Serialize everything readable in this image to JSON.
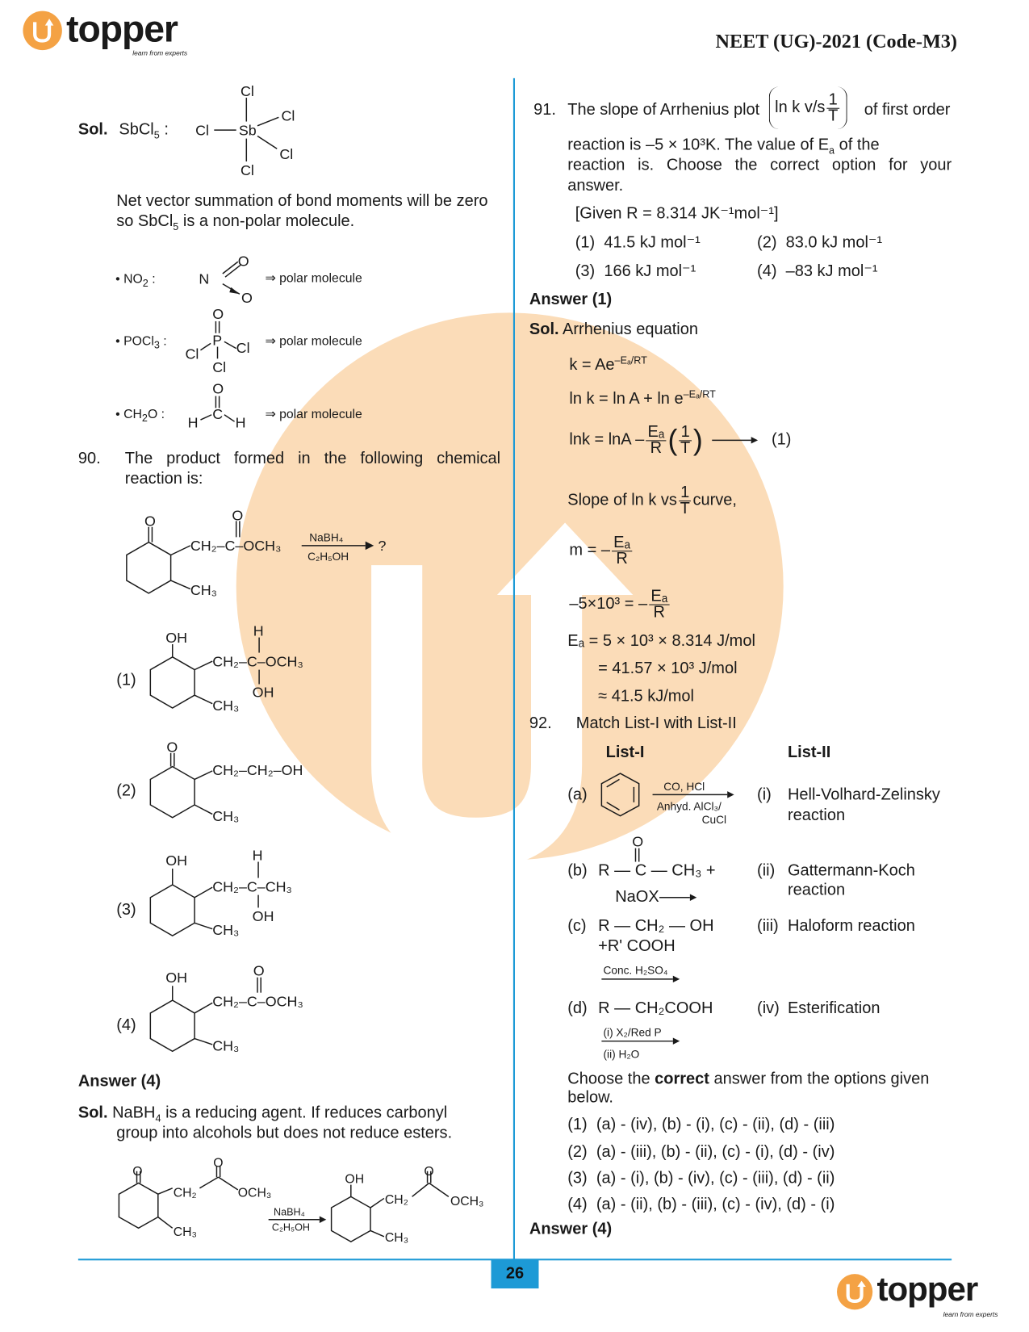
{
  "header": {
    "logo": "topper",
    "tagline": "learn from experts",
    "exam": "NEET (UG)-2021 (Code-M3)"
  },
  "left": {
    "sol89": {
      "label": "Sol.",
      "compound": "SbCl",
      "sub": "5",
      "colon": ":",
      "atoms": {
        "cl": "Cl",
        "sb": "Sb"
      }
    },
    "net1": "Net vector summation of bond moments will be zero",
    "net2a": "so SbCl",
    "net2sub": "5",
    "net2b": " is a non-polar molecule.",
    "no2": {
      "bullet": "• NO",
      "sub": "2",
      "colon": ":",
      "n": "N",
      "o": "O",
      "result": "⇒ polar molecule"
    },
    "pocl3": {
      "bullet": "• POCl",
      "sub": "3",
      "colon": ":",
      "p": "P",
      "o": "O",
      "cl": "Cl",
      "result": "⇒ polar molecule"
    },
    "ch2o": {
      "bullet": "• CH",
      "sub": "2",
      "tail": "O",
      "colon": ":",
      "c": "C",
      "o": "O",
      "h": "H",
      "result": "⇒ polar molecule"
    },
    "q90": {
      "num": "90.",
      "line1": "The product formed in the following chemical",
      "line2": "reaction is:",
      "reagent_top": "NaBH₄",
      "reagent_bottom": "C₂H₅OH",
      "question_mark": "?",
      "reactant": {
        "o": "O",
        "chain": "CH₂–C–OCH₃",
        "ch3": "CH₃"
      },
      "options": [
        {
          "label": "(1)",
          "oh": "OH",
          "h": "H",
          "chain": "CH₂–C–OCH₃",
          "oh2": "OH",
          "ch3": "CH₃"
        },
        {
          "label": "(2)",
          "o": "O",
          "chain": "CH₂–CH₂–OH",
          "ch3": "CH₃"
        },
        {
          "label": "(3)",
          "oh": "OH",
          "h": "H",
          "chain": "CH₂–C–CH₃",
          "oh2": "OH",
          "ch3": "CH₃"
        },
        {
          "label": "(4)",
          "oh": "OH",
          "o": "O",
          "chain": "CH₂–C–OCH₃",
          "ch3": "CH₃"
        }
      ]
    },
    "answer": "Answer (4)",
    "sol90": {
      "label": "Sol.",
      "line1": "NaBH",
      "sub": "4",
      "line1b": " is a reducing agent. If reduces carbonyl",
      "line2": "group into alcohols but does not reduce esters.",
      "left": {
        "o": "O",
        "ch2": "CH₂",
        "o2": "O",
        "och3": "OCH₃",
        "ch3": "CH₃"
      },
      "reagent_top": "NaBH₄",
      "reagent_bottom": "C₂H₅OH",
      "right": {
        "oh": "OH",
        "ch2": "CH₂",
        "o2": "O",
        "och3": "OCH₃",
        "ch3": "CH₃"
      }
    }
  },
  "right": {
    "q91": {
      "num": "91.",
      "line1a": "The slope of Arrhenius plot",
      "plot_a": "ln k v/s",
      "frac_n": "1",
      "frac_d": "T",
      "line1b": "of first order",
      "line2": "reaction is –5 × 10³K. The value of E",
      "line2sub": "a",
      "line2b": " of the",
      "line3": "reaction is. Choose the correct option for your",
      "line4": "answer.",
      "given": "[Given R = 8.314 JK⁻¹mol⁻¹]",
      "options": [
        {
          "label": "(1)",
          "text": "41.5 kJ mol⁻¹"
        },
        {
          "label": "(2)",
          "text": "83.0 kJ mol⁻¹"
        },
        {
          "label": "(3)",
          "text": "166 kJ mol⁻¹"
        },
        {
          "label": "(4)",
          "text": "–83 kJ mol⁻¹"
        }
      ]
    },
    "answer91": "Answer (1)",
    "sol91": {
      "label": "Sol.",
      "title": "Arrhenius equation",
      "eq1": "k = Ae",
      "eq1sup": "–Eₐ/RT",
      "eq2": "ln k = ln A + ln e",
      "eq2sup": "–Eₐ/RT",
      "eq3a": "lnk = lnA –",
      "eq3n": "Eₐ",
      "eq3d": "R",
      "eq3n2": "1",
      "eq3d2": "T",
      "eq3num": "(1)",
      "slope_a": "Slope of ln k vs",
      "slope_n": "1",
      "slope_d": "T",
      "slope_b": "curve,",
      "m": "m = –",
      "mn": "Eₐ",
      "md": "R",
      "v": "–5×10³ = –",
      "vn": "Eₐ",
      "vd": "R",
      "ea1": "Eₐ  = 5 × 10³ × 8.314 J/mol",
      "ea2": "= 41.57 × 10³ J/mol",
      "ea3": "≈ 41.5 kJ/mol"
    },
    "q92": {
      "num": "92.",
      "title": "Match List-I with List-II",
      "list1": "List-I",
      "list2": "List-II",
      "a": {
        "label": "(a)",
        "top": "CO, HCl",
        "bottom1": "Anhyd. AlCl₃/",
        "bottom2": "CuCl"
      },
      "b": {
        "label": "(b)",
        "o": "O",
        "formula": "R — C — CH₃ +",
        "reagent": "NaOX"
      },
      "c": {
        "label": "(c)",
        "formula": "R — CH₂ — OH",
        "line2": "+R' COOH",
        "reagent": "Conc. H₂SO₄"
      },
      "d": {
        "label": "(d)",
        "formula": "R — CH₂COOH",
        "reagent1": "(i) X₂/Red P",
        "reagent2": "(ii) H₂O"
      },
      "list2_items": [
        {
          "label": "(i)",
          "l1": "Hell-Volhard-Zelinsky",
          "l2": "reaction"
        },
        {
          "label": "(ii)",
          "l1": "Gattermann-Koch",
          "l2": "reaction"
        },
        {
          "label": "(iii)",
          "l1": "Haloform reaction"
        },
        {
          "label": "(iv)",
          "l1": "Esterification"
        }
      ],
      "choose_a": "Choose the ",
      "choose_b": "correct",
      "choose_c": " answer from the options given",
      "choose2": "below.",
      "options": [
        {
          "label": "(1)",
          "text": "(a) - (iv), (b) - (i), (c) - (ii), (d) - (iii)"
        },
        {
          "label": "(2)",
          "text": "(a) - (iii), (b) - (ii), (c) - (i), (d) - (iv)"
        },
        {
          "label": "(3)",
          "text": "(a) - (i), (b) - (iv), (c) - (iii), (d) - (ii)"
        },
        {
          "label": "(4)",
          "text": "(a) - (ii), (b) - (iii), (c) - (iv), (d) - (i)"
        }
      ]
    },
    "answer92": "Answer (4)"
  },
  "footer": {
    "page": "26",
    "logo": "topper",
    "tagline": "learn from experts"
  },
  "colors": {
    "accent": "#1d9ad6",
    "brand_orange": "#f4a244",
    "watermark": "#fbdcb8"
  }
}
